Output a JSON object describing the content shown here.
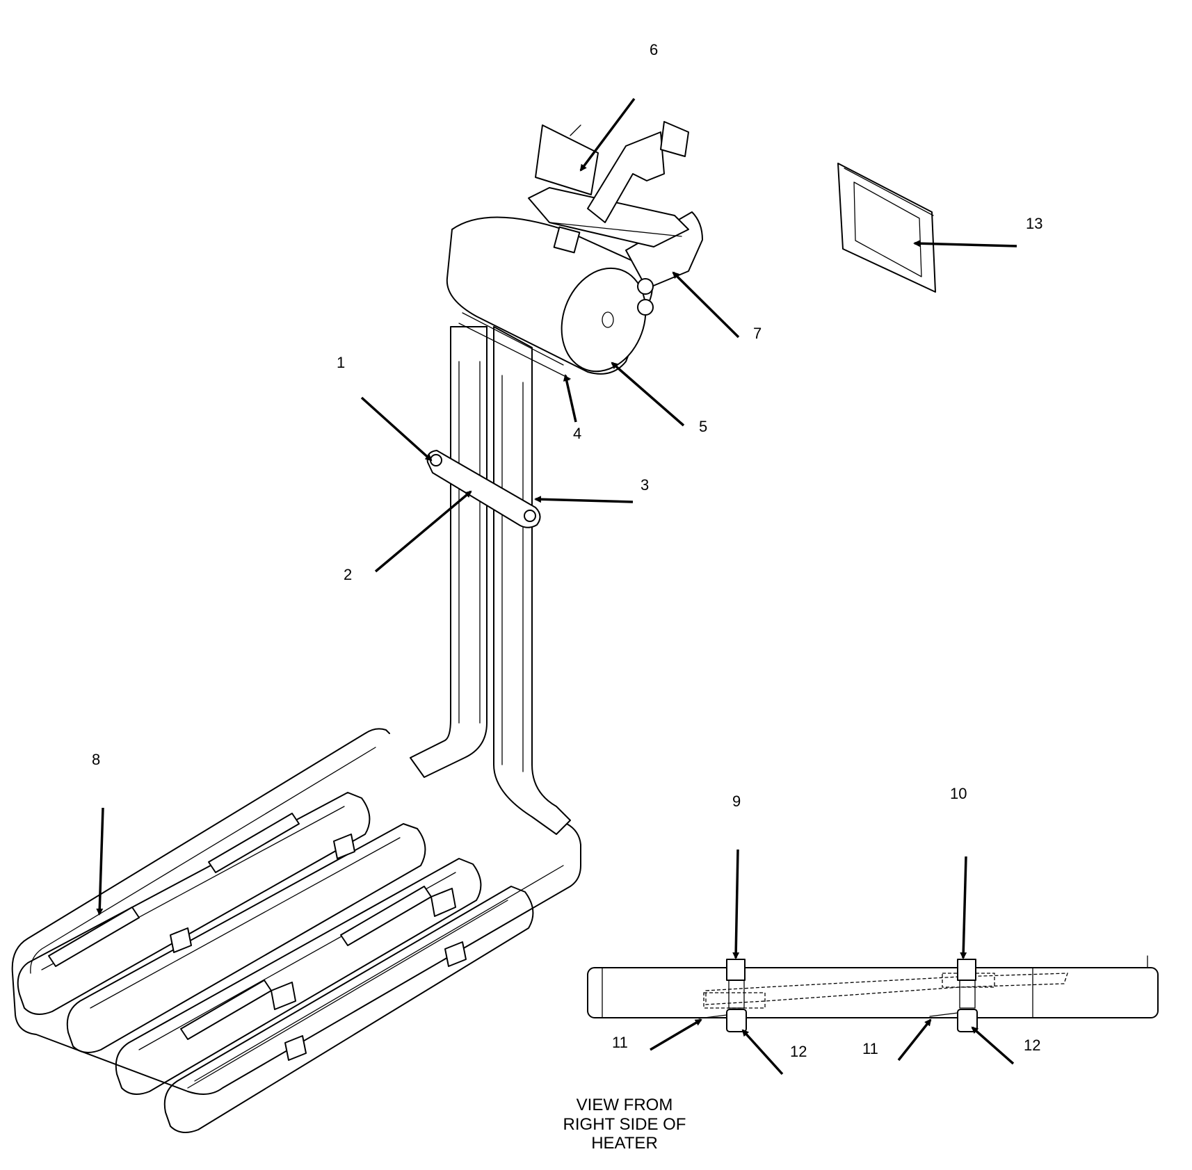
{
  "callouts": {
    "c1": "1",
    "c2": "2",
    "c3": "3",
    "c4": "4",
    "c5": "5",
    "c6": "6",
    "c7": "7",
    "c8": "8",
    "c9": "9",
    "c10": "10",
    "c11a": "11",
    "c11b": "11",
    "c12a": "12",
    "c12b": "12",
    "c13": "13"
  },
  "view_caption": {
    "line1": "VIEW FROM",
    "line2": "RIGHT SIDE OF",
    "line3": "HEATER"
  }
}
